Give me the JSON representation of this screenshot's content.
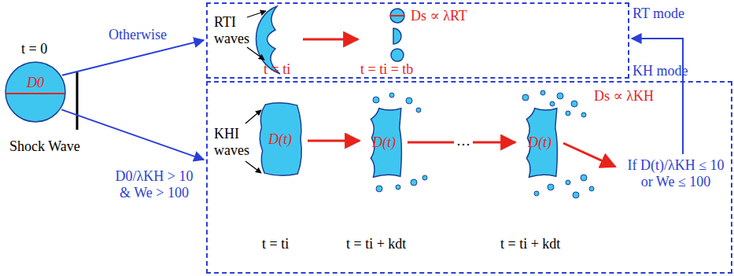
{
  "diagram": {
    "nodes": [
      {
        "text": [
          "D0"
        ]
      },
      {
        "text": [
          "RT mode"
        ]
      },
      {
        "text": [
          "KH mode"
        ]
      },
      {
        "text": [
          "D(t)"
        ],
        "in": 2
      },
      {
        "text": [
          "D(t)"
        ],
        "in": 2
      },
      {
        "text": [
          "D(t)"
        ],
        "in": 2
      }
    ],
    "edges": [
      {
        "from": 0,
        "to": 1,
        "label": "Otherwise",
        "arrow": "to"
      },
      {
        "from": 0,
        "to": 2,
        "label": "D0/λKH > 10 & We > 100",
        "arrow": "to"
      },
      {
        "from": 2,
        "to": 1,
        "arrow": "to"
      },
      {
        "from": 3,
        "to": 4,
        "arrow": "to"
      },
      {
        "from": 4,
        "to": 5,
        "label": "…",
        "arrow": "to"
      }
    ],
    "labels": [
      "t = 0",
      "Shock Wave",
      "RTI waves",
      "Ds ∝ λRT",
      "t = ti",
      "t = ti = tb",
      "KHI waves",
      "t = ti",
      "t = ti + kdt",
      "t = ti + kdt",
      "Ds ∝ λKH",
      "If D(t)/λKH ≤ 10 or We ≤ 100"
    ]
  }
}
